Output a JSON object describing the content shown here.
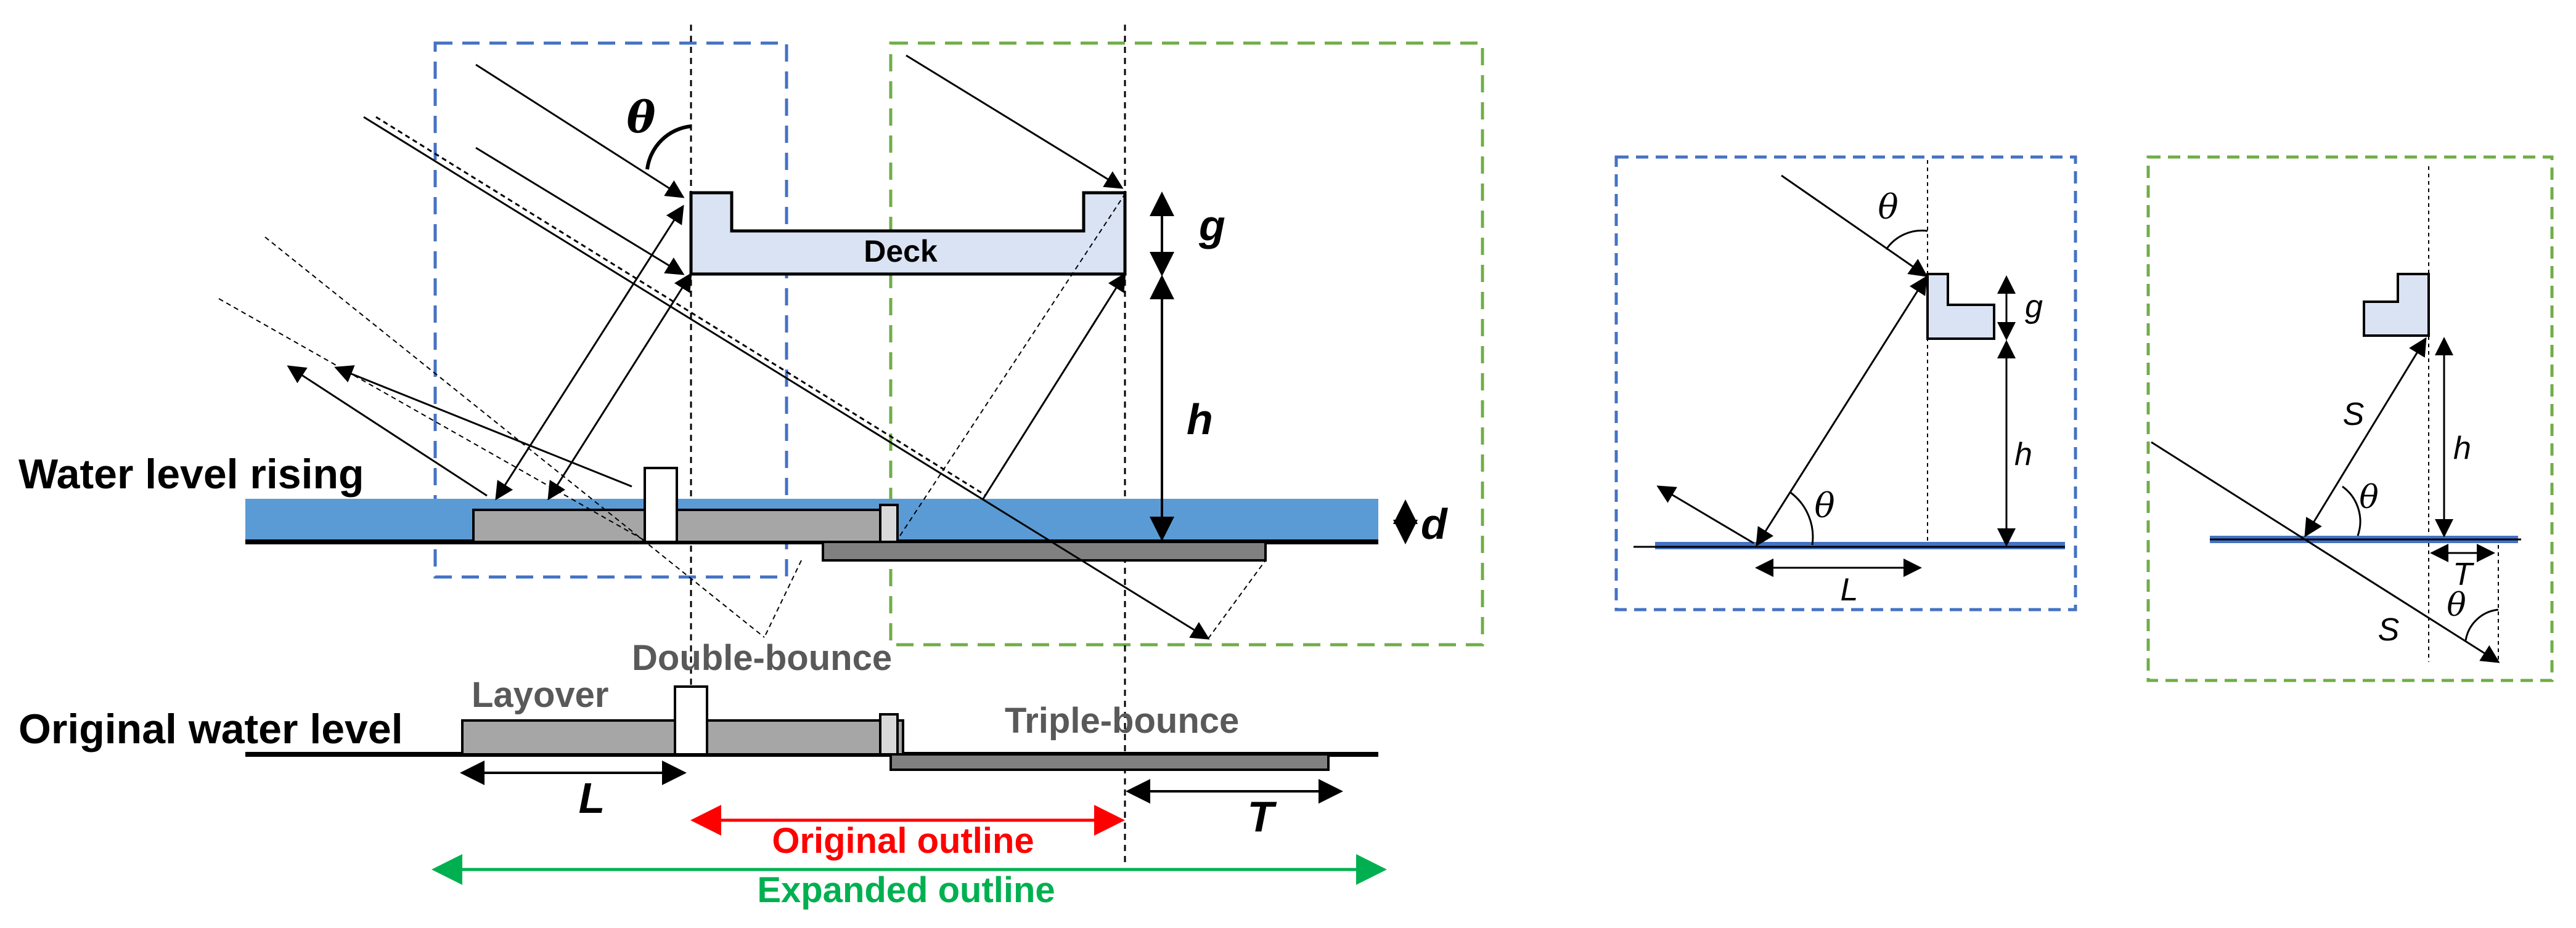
{
  "labels": {
    "theta": "θ",
    "g": "g",
    "h": "h",
    "d": "d",
    "L": "L",
    "T": "T",
    "S": "S",
    "deck": "Deck",
    "water_rising": "Water level rising",
    "original_water": "Original water level",
    "layover": "Layover",
    "double_bounce": "Double-bounce",
    "triple_bounce": "Triple-bounce",
    "original_outline": "Original outline",
    "expanded_outline": "Expanded outline"
  },
  "colors": {
    "water": "#5b9bd5",
    "deck_fill": "#dae3f3",
    "blue_box": "#4472c4",
    "green_box": "#70ad47",
    "layover_gray": "#a6a6a6",
    "triple_gray": "#808080",
    "text_gray": "#595959",
    "original_outline": "#ff0000",
    "expanded_outline": "#00b050",
    "line": "#000000"
  }
}
